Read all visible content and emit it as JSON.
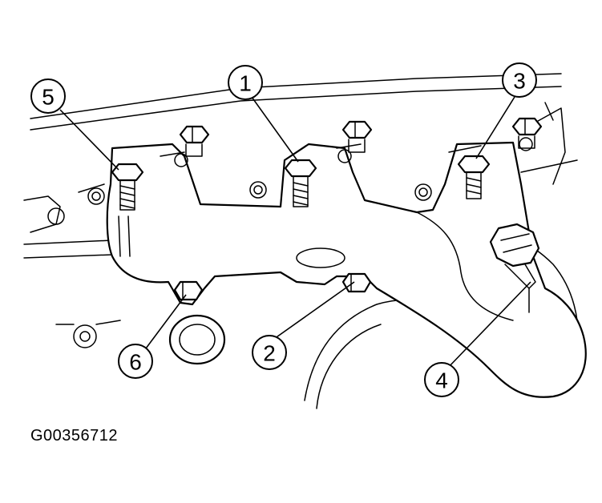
{
  "figure_code": "G00356712",
  "callouts": [
    {
      "id": "1",
      "label": "1"
    },
    {
      "id": "2",
      "label": "2"
    },
    {
      "id": "3",
      "label": "3"
    },
    {
      "id": "4",
      "label": "4"
    },
    {
      "id": "5",
      "label": "5"
    },
    {
      "id": "6",
      "label": "6"
    }
  ]
}
